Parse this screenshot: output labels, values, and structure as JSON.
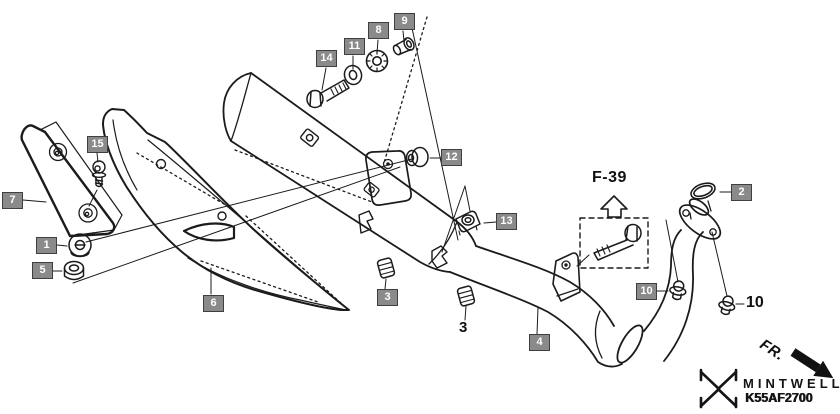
{
  "diagram": {
    "part_labels": {
      "boxed": [
        "14",
        "11",
        "8",
        "9",
        "12",
        "13",
        "2",
        "7",
        "15",
        "1",
        "5",
        "6",
        "3",
        "4",
        "10"
      ],
      "plain": [
        "3",
        "10"
      ]
    },
    "section_reference": "F-39",
    "direction_indicator": "FR.",
    "watermark": {
      "brand": "MINTWELL",
      "code": "K55AF2700"
    },
    "colors": {
      "background": "#ffffff",
      "line": "#1b1b1b",
      "label_background": "#8a8a8a",
      "label_border": "#3f3f3f",
      "label_text": "#ffffff"
    }
  }
}
